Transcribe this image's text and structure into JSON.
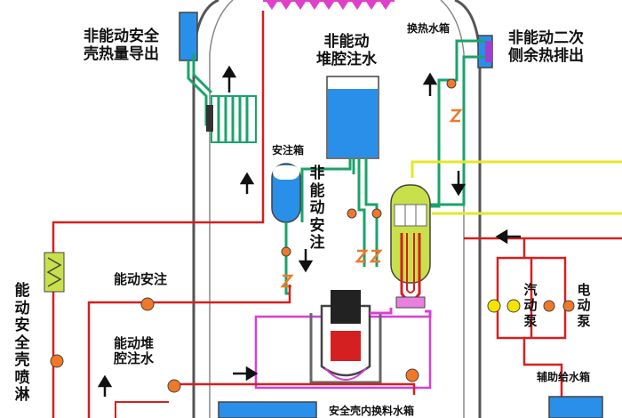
{
  "labels": {
    "passive_containment_heat_removal": [
      "非能动安全",
      "壳热量导出"
    ],
    "passive_core_injection": [
      "非能动",
      "堆腔注水"
    ],
    "heat_exchange_tank": "换热水箱",
    "passive_secondary_heat_removal": [
      "非能动二次",
      "侧余热排出"
    ],
    "accumulator": "安注箱",
    "passive_safety_injection": "非能动安注",
    "active_safety_injection": "能动安注",
    "active_containment_spray": "能动安全壳喷淋",
    "active_core_injection": [
      "能动堆",
      "腔注水"
    ],
    "steam_pump": "汽动泵",
    "electric_pump": "电动泵",
    "aux_feedwater_tank": "辅助给水箱",
    "refueling_water_tank": "安全壳内换料水箱"
  },
  "colors": {
    "green_line": "#1aa36b",
    "red_line": "#d42020",
    "magenta_line": "#d63fd6",
    "yellow_line": "#e6e62a",
    "water": "#2a8fe8",
    "steam_generator": "#c8e04a",
    "pump_yellow": "#f5e400",
    "valve_orange": "#f07828",
    "vessel_outline": "#444444"
  }
}
